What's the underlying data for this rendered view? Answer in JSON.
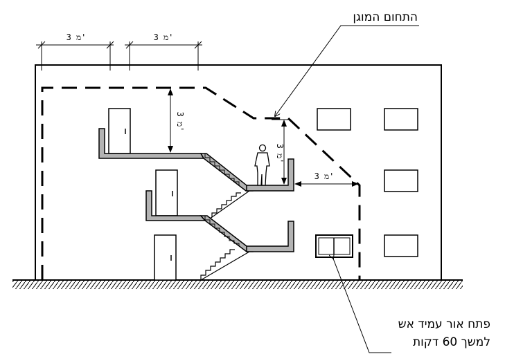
{
  "labels": {
    "protected_zone": "התחום המוגן",
    "fire_window_line1": "פתח אור עמיד אש",
    "fire_window_line2": "למשך 60 דקות"
  },
  "dimensions": {
    "roof_left": "3 מ'",
    "roof_right": "3 מ'",
    "vertical_top": "3 מ'",
    "vertical_landing": "3 מ'",
    "horizontal_landing": "3 מ'"
  },
  "colors": {
    "line": "#000000",
    "slab_fill": "#b3b3b3",
    "ground_hatch": "#000000"
  }
}
